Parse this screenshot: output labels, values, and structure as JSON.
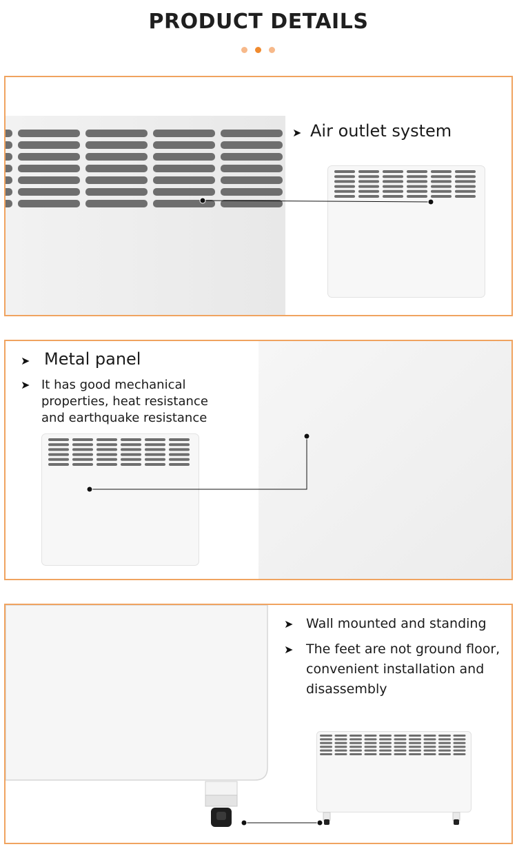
{
  "header": {
    "title": "PRODUCT DETAILS",
    "dot_colors": [
      "#f7b98a",
      "#f08a2e",
      "#f7b98a"
    ]
  },
  "colors": {
    "border": "#f0a35f",
    "slot": "#6e6e6e",
    "heater_white": "#f7f7f7"
  },
  "section1": {
    "feature": "Air outlet system"
  },
  "section2": {
    "feature": "Metal panel",
    "desc_lines": [
      "It has good mechanical",
      "properties, heat resistance",
      "and earthquake resistance"
    ]
  },
  "section3": {
    "feature1": "Wall mounted and standing",
    "feature2_lines": [
      "The feet are not ground floor,",
      "convenient installation and",
      "disassembly"
    ]
  },
  "icons": {
    "bullet": "arrowhead-icon"
  }
}
